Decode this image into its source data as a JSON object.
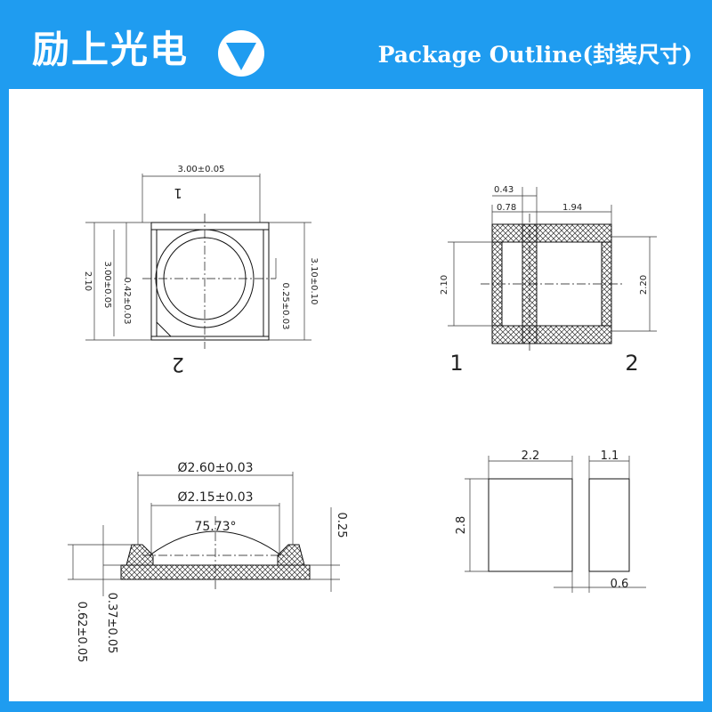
{
  "header": {
    "brand": "励上光电",
    "title": "Package Outline(封装尺寸)"
  },
  "colors": {
    "frame": "#1f9cf0",
    "hatch": "#333333"
  },
  "icons": {
    "logo": "down-triangle-in-circle-icon"
  },
  "top_view": {
    "width": "3.00±0.05",
    "pin1": "1",
    "pin2": "2",
    "outer_height": "3.10±0.10",
    "inner_height": "3.00±0.05",
    "offset_left": "0.42±0.03",
    "offset_right": "0.25±0.03",
    "left_height": "2.10"
  },
  "bottom_view": {
    "gap": "0.43",
    "pad_left": "0.78",
    "pad_right": "1.94",
    "height_left": "2.10",
    "height_right": "2.20",
    "pin1": "1",
    "pin2": "2"
  },
  "side_view": {
    "outer_diameter": "Ø2.60±0.03",
    "inner_diameter": "Ø2.15±0.03",
    "angle": "75.73°",
    "lens_height": "0.25",
    "base_height": "0.37±0.05",
    "total_height": "0.62±0.05"
  },
  "pad_view": {
    "width": "2.2",
    "height": "2.8",
    "pad2_width": "1.1",
    "gap": "0.6"
  }
}
